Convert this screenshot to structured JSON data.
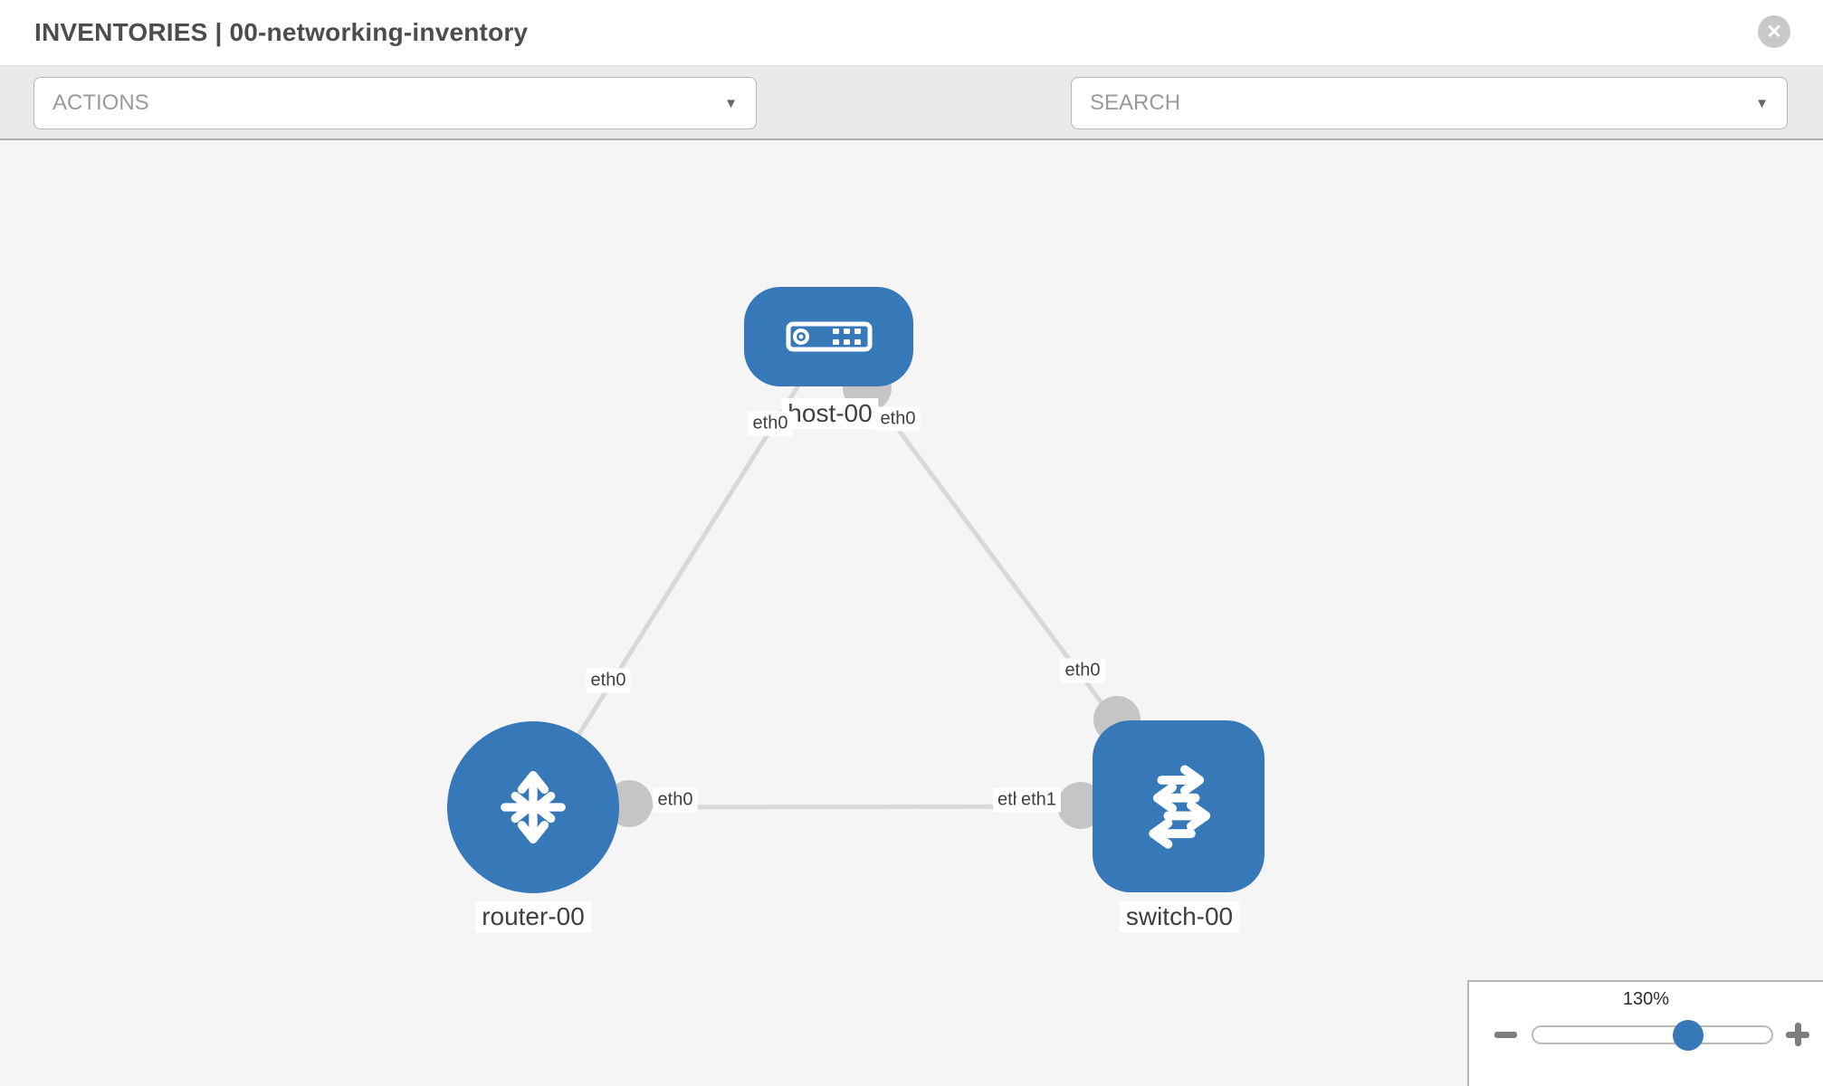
{
  "header": {
    "title": "INVENTORIES | 00-networking-inventory",
    "close_glyph": "✕"
  },
  "toolbar": {
    "actions_label": "ACTIONS",
    "search_placeholder": "SEARCH",
    "caret_glyph": "▼",
    "icons": [
      "wrench-icon",
      "key-icon"
    ]
  },
  "topology": {
    "nodes": [
      {
        "id": "host-00",
        "type": "host",
        "label": "host-00"
      },
      {
        "id": "router-00",
        "type": "router",
        "label": "router-00"
      },
      {
        "id": "switch-00",
        "type": "switch",
        "label": "switch-00"
      }
    ],
    "links": [
      {
        "from": "host-00",
        "to": "router-00",
        "from_interface": "eth0",
        "to_interface": "eth0"
      },
      {
        "from": "host-00",
        "to": "switch-00",
        "from_interface": "eth0",
        "to_interface": "eth0"
      },
      {
        "from": "router-00",
        "to": "switch-00",
        "from_interface": "eth0",
        "to_interface": "eth1"
      }
    ],
    "iface_labels": {
      "host_left": "eth0",
      "host_right": "eth0",
      "host_router_mid": "eth0",
      "host_switch_mid": "eth0",
      "router_right": "eth0",
      "switch_left_back": "eth0",
      "switch_left_front": "eth1"
    }
  },
  "zoom_control": {
    "level": "130%"
  },
  "colors": {
    "node_blue": "#3779b8",
    "link_gray": "#d8d8d8",
    "port_gray": "#c5c5c5",
    "toolbar_bg": "#eaeaea",
    "canvas_bg": "#f5f5f5"
  }
}
